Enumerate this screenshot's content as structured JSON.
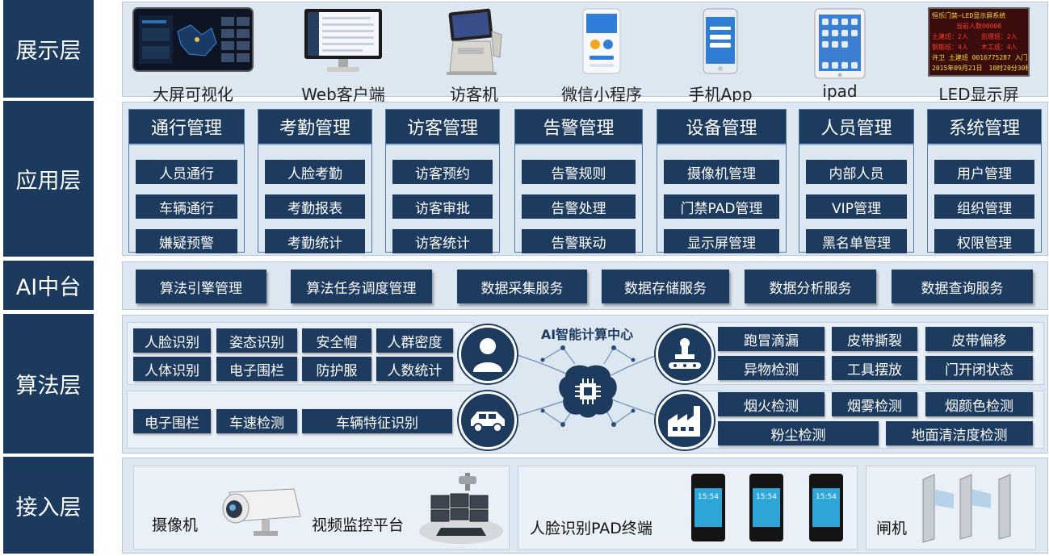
{
  "layers": {
    "display": "展示层",
    "application": "应用层",
    "ai_platform": "AI中台",
    "algorithm": "算法层",
    "access": "接入层"
  },
  "display_devices": [
    {
      "label": "大屏可视化",
      "icon": "big-screen-dashboard-icon"
    },
    {
      "label": "Web客户端",
      "icon": "monitor-icon"
    },
    {
      "label": "访客机",
      "icon": "visitor-kiosk-icon"
    },
    {
      "label": "微信小程序",
      "icon": "mini-program-phone-icon"
    },
    {
      "label": "手机App",
      "icon": "mobile-phone-icon"
    },
    {
      "label": "ipad",
      "icon": "tablet-icon"
    },
    {
      "label": "LED显示屏",
      "icon": "led-sign-icon"
    }
  ],
  "led_sign": {
    "lines": [
      "恒乐门禁—LED显示屏系统",
      "当前人数00008",
      "土建班：2人　　监理班：2人",
      "钢筋班：4人　　木工班：4人",
      "许卫 土建班 0016775287 入门",
      "2015年09月21日　10时20分30秒"
    ]
  },
  "modules": [
    {
      "title": "通行管理",
      "items": [
        "人员通行",
        "车辆通行",
        "嫌疑预警"
      ]
    },
    {
      "title": "考勤管理",
      "items": [
        "人脸考勤",
        "考勤报表",
        "考勤统计"
      ]
    },
    {
      "title": "访客管理",
      "items": [
        "访客预约",
        "访客审批",
        "访客统计"
      ]
    },
    {
      "title": "告警管理",
      "items": [
        "告警规则",
        "告警处理",
        "告警联动"
      ]
    },
    {
      "title": "设备管理",
      "items": [
        "摄像机管理",
        "门禁PAD管理",
        "显示屏管理"
      ]
    },
    {
      "title": "人员管理",
      "items": [
        "内部人员",
        "VIP管理",
        "黑名单管理"
      ]
    },
    {
      "title": "系统管理",
      "items": [
        "用户管理",
        "组织管理",
        "权限管理"
      ]
    }
  ],
  "ai_services": [
    "算法引擎管理",
    "算法任务调度管理",
    "数据采集服务",
    "数据存储服务",
    "数据分析服务",
    "数据查询服务"
  ],
  "algorithms": {
    "center_title": "AI智能计算中心",
    "person_row1": [
      "人脸识别",
      "姿态识别",
      "安全帽",
      "人群密度"
    ],
    "person_row2": [
      "人体识别",
      "电子围栏",
      "防护服",
      "人数统计"
    ],
    "vehicle": [
      "电子围栏",
      "车速检测",
      "车辆特征识别"
    ],
    "machine_row1": [
      "跑冒滴漏",
      "皮带撕裂",
      "皮带偏移"
    ],
    "machine_row2": [
      "异物检测",
      "工具摆放",
      "门开闭状态"
    ],
    "env_row1": [
      "烟火检测",
      "烟雾检测",
      "烟颜色检测"
    ],
    "env_row2": [
      "粉尘检测",
      "地面清洁度检测"
    ]
  },
  "access": {
    "camera": "摄像机",
    "vms": "视频监控平台",
    "pad": "人脸识别PAD终端",
    "gate": "闸机",
    "pad_screen_time": "15:54"
  },
  "colors": {
    "navy": "#1d3b5f",
    "band": "#dde7f1",
    "accent": "#2a7fd0"
  }
}
